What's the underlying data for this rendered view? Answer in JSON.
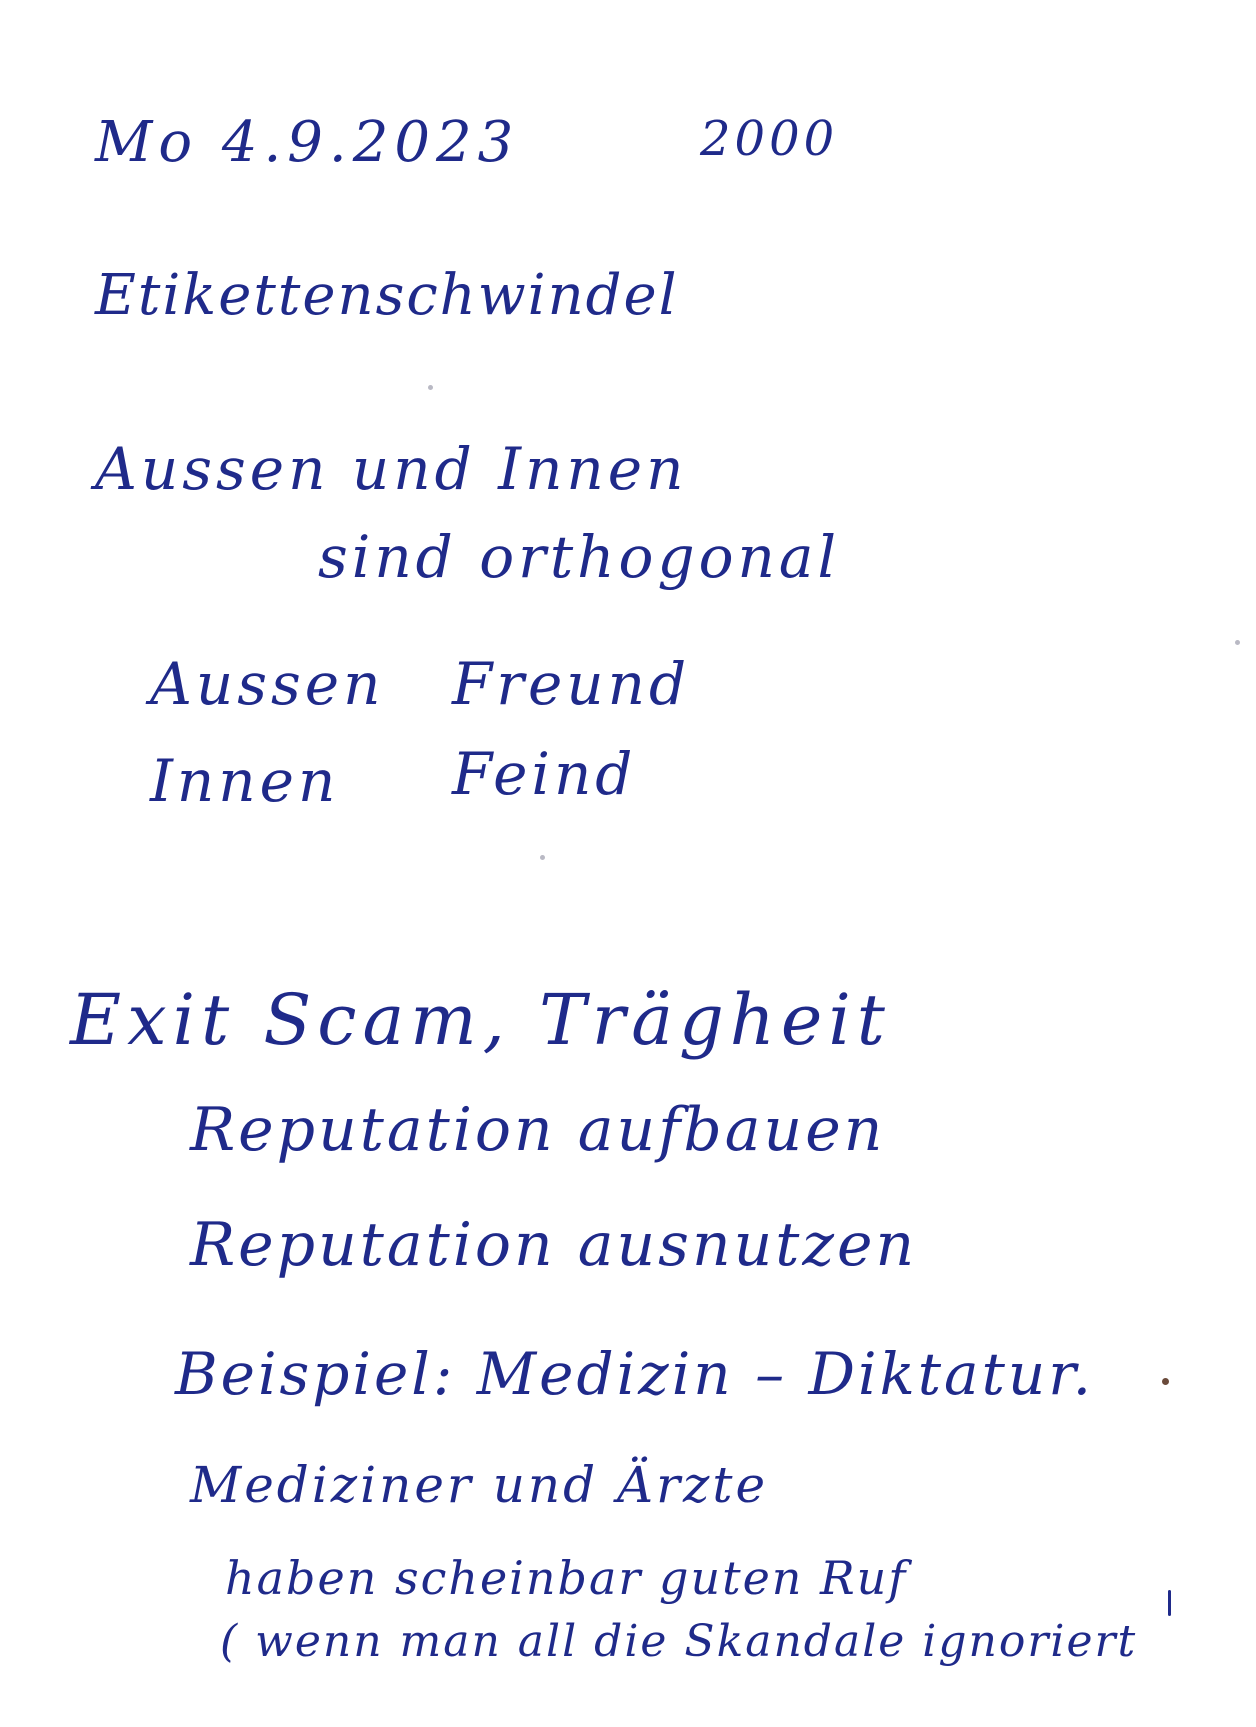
{
  "note": {
    "date_line": "Mo 4.9.2023",
    "time": "2000",
    "heading": "Etikettenschwindel",
    "line_aussen_innen": "Aussen und Innen",
    "line_orthogonal": "sind orthogonal",
    "aussen_label": "Aussen",
    "aussen_value": "Freund",
    "innen_label": "Innen",
    "innen_value": "Feind",
    "exit_line": "Exit Scam, Trägheit",
    "reputation_build": "Reputation aufbauen",
    "reputation_use": "Reputation ausnutzen",
    "example": "Beispiel: Medizin – Diktatur.",
    "mediziner": "Mediziner und Ärzte",
    "ruf": "haben scheinbar guten Ruf",
    "skandale": "( wenn man all die Skandale ignoriert"
  },
  "colors": {
    "ink": "#1f2a8a",
    "paper": "#ffffff"
  }
}
